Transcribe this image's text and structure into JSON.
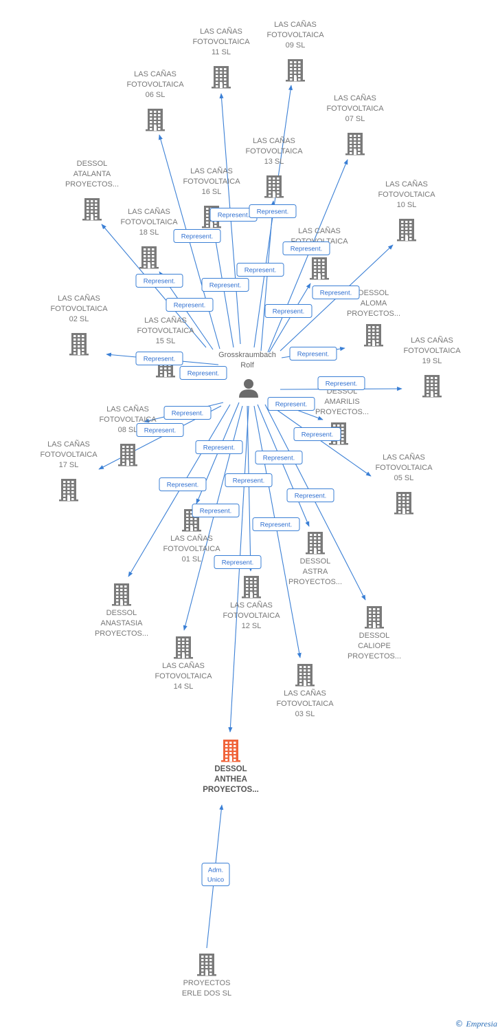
{
  "colors": {
    "edge": "#3a7fd5",
    "building": "#7a7a7a",
    "target_building": "#f0643a",
    "person": "#6b6b6b",
    "label": "#777777"
  },
  "person": {
    "name_line1": "Grosskraumbach",
    "name_line2": "Rolf",
    "icon": "person-icon"
  },
  "companies": [
    {
      "id": "c11",
      "lines": [
        "LAS CAÑAS",
        "FOTOVOLTAICA",
        "11 SL"
      ]
    },
    {
      "id": "c09",
      "lines": [
        "LAS CAÑAS",
        "FOTOVOLTAICA",
        "09 SL"
      ]
    },
    {
      "id": "c06",
      "lines": [
        "LAS CAÑAS",
        "FOTOVOLTAICA",
        "06 SL"
      ]
    },
    {
      "id": "c07",
      "lines": [
        "LAS CAÑAS",
        "FOTOVOLTAICA",
        "07 SL"
      ]
    },
    {
      "id": "c13",
      "lines": [
        "LAS CAÑAS",
        "FOTOVOLTAICA",
        "13 SL"
      ]
    },
    {
      "id": "atalanta",
      "lines": [
        "DESSOL",
        "ATALANTA",
        "PROYECTOS..."
      ]
    },
    {
      "id": "c16",
      "lines": [
        "LAS CAÑAS",
        "FOTOVOLTAICA",
        "16 SL"
      ]
    },
    {
      "id": "c10",
      "lines": [
        "LAS CAÑAS",
        "FOTOVOLTAICA",
        "10 SL"
      ]
    },
    {
      "id": "c18",
      "lines": [
        "LAS CAÑAS",
        "FOTOVOLTAICA",
        "18 SL"
      ]
    },
    {
      "id": "c04",
      "lines": [
        "LAS CAÑAS",
        "FOTOVOLTAICA",
        ""
      ]
    },
    {
      "id": "aloma",
      "lines": [
        "DESSOL",
        "ALOMA",
        "PROYECTOS..."
      ]
    },
    {
      "id": "c02",
      "lines": [
        "LAS CAÑAS",
        "FOTOVOLTAICA",
        "02 SL"
      ]
    },
    {
      "id": "c15",
      "lines": [
        "LAS CAÑAS",
        "FOTOVOLTAICA",
        "15 SL"
      ]
    },
    {
      "id": "c19",
      "lines": [
        "LAS CAÑAS",
        "FOTOVOLTAICA",
        "19 SL"
      ]
    },
    {
      "id": "amarilis",
      "lines": [
        "DESSOL",
        "AMARILIS",
        "PROYECTOS..."
      ]
    },
    {
      "id": "c08",
      "lines": [
        "LAS CAÑAS",
        "FOTOVOLTAICA",
        "08 SL"
      ]
    },
    {
      "id": "c17",
      "lines": [
        "LAS CAÑAS",
        "FOTOVOLTAICA",
        "17 SL"
      ]
    },
    {
      "id": "c05",
      "lines": [
        "LAS CAÑAS",
        "FOTOVOLTAICA",
        "05 SL"
      ]
    },
    {
      "id": "c01",
      "lines": [
        "LAS CAÑAS",
        "FOTOVOLTAICA",
        "01 SL"
      ]
    },
    {
      "id": "astra",
      "lines": [
        "DESSOL",
        "ASTRA",
        "PROYECTOS..."
      ]
    },
    {
      "id": "anastasia",
      "lines": [
        "DESSOL",
        "ANASTASIA",
        "PROYECTOS..."
      ]
    },
    {
      "id": "c12",
      "lines": [
        "LAS CAÑAS",
        "FOTOVOLTAICA",
        "12 SL"
      ]
    },
    {
      "id": "caliope",
      "lines": [
        "DESSOL",
        "CALIOPE",
        "PROYECTOS..."
      ]
    },
    {
      "id": "c14",
      "lines": [
        "LAS CAÑAS",
        "FOTOVOLTAICA",
        "14 SL"
      ]
    },
    {
      "id": "c03",
      "lines": [
        "LAS CAÑAS",
        "FOTOVOLTAICA",
        "03 SL"
      ]
    },
    {
      "id": "anthea",
      "lines": [
        "DESSOL",
        "ANTHEA",
        "PROYECTOS..."
      ],
      "highlight": true
    },
    {
      "id": "erle",
      "lines": [
        "PROYECTOS",
        "ERLE DOS  SL",
        ""
      ]
    }
  ],
  "edges": [
    {
      "to": "c11",
      "label": "Represent."
    },
    {
      "to": "c09",
      "label": "Represent."
    },
    {
      "to": "c06",
      "label": "Represent."
    },
    {
      "to": "c07",
      "label": "Represent."
    },
    {
      "to": "c13",
      "label": "Represent."
    },
    {
      "to": "atalanta",
      "label": "Represent."
    },
    {
      "to": "c16",
      "label": "Represent."
    },
    {
      "to": "c10",
      "label": "Represent."
    },
    {
      "to": "c18",
      "label": "Represent."
    },
    {
      "to": "c04",
      "label": "Represent."
    },
    {
      "to": "c02",
      "label": "Represent."
    },
    {
      "to": "aloma",
      "label": "Represent."
    },
    {
      "to": "c15",
      "label": "Represent."
    },
    {
      "to": "c19",
      "label": "Represent."
    },
    {
      "to": "amarilis",
      "label": "Represent."
    },
    {
      "to": "c08",
      "label": "Represent."
    },
    {
      "to": "c17",
      "label": "Represent."
    },
    {
      "to": "c05",
      "label": "Represent."
    },
    {
      "to": "c01",
      "label": "Represent."
    },
    {
      "to": "astra",
      "label": "Represent."
    },
    {
      "to": "anastasia",
      "label": "Represent."
    },
    {
      "to": "c12",
      "label": "Represent."
    },
    {
      "to": "caliope",
      "label": "Represent."
    },
    {
      "to": "c14",
      "label": "Represent."
    },
    {
      "to": "c03",
      "label": "Represent."
    },
    {
      "to": "anthea",
      "label": "Represent."
    },
    {
      "from": "erle",
      "to": "anthea",
      "label_lines": [
        "Adm.",
        "Unico"
      ]
    }
  ],
  "watermark": {
    "copyright": "©",
    "brand": "Empresia"
  }
}
